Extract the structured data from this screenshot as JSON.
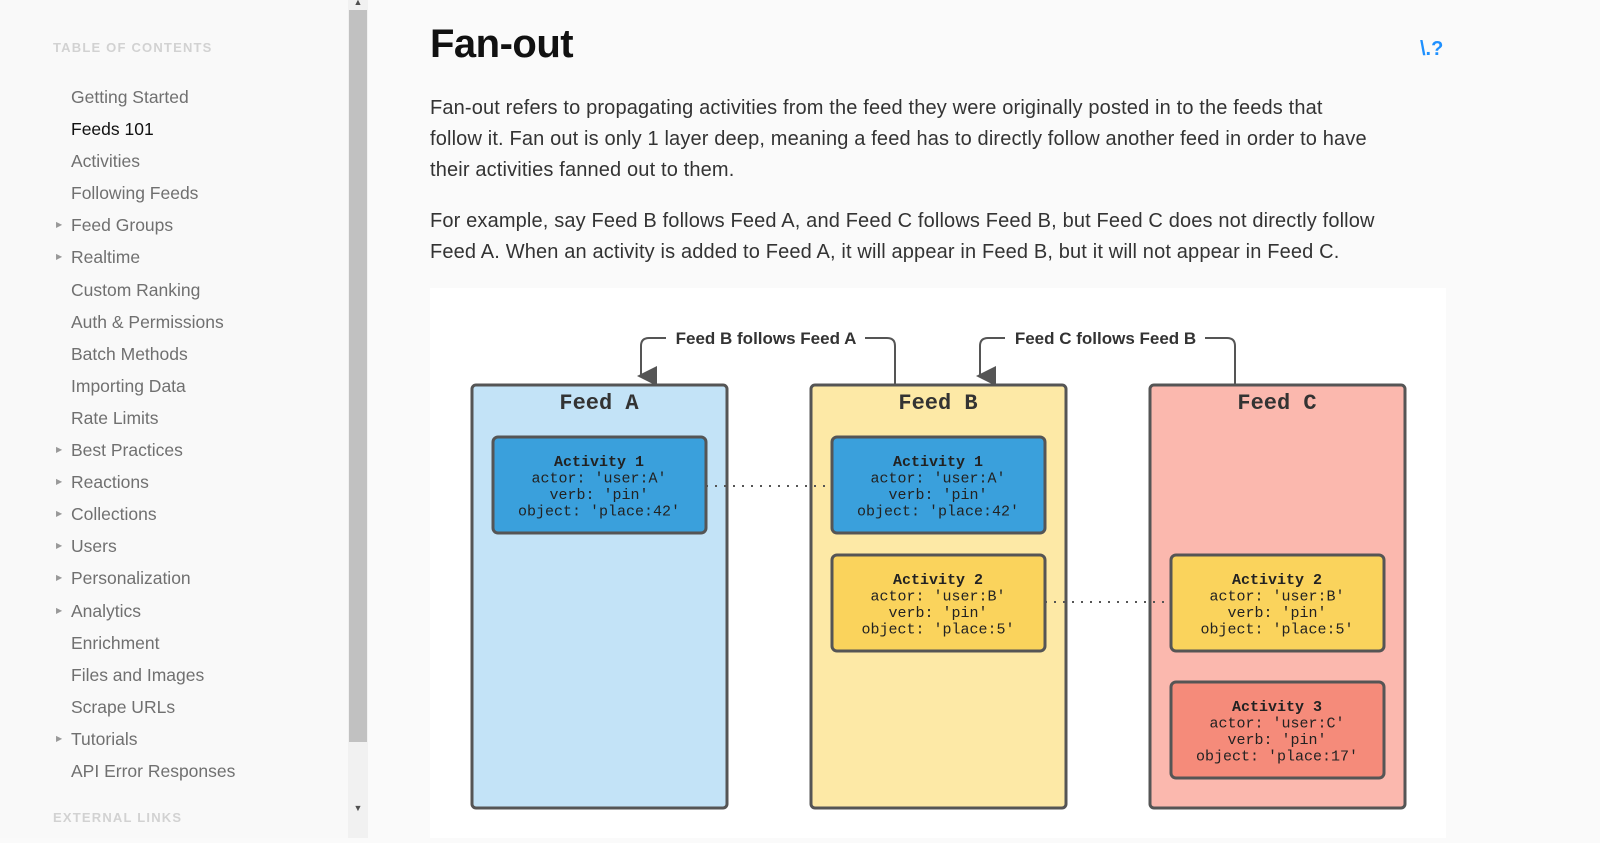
{
  "sidebar": {
    "heading": "TABLE OF CONTENTS",
    "heading2": "EXTERNAL LINKS",
    "items": [
      {
        "label": "Getting Started",
        "expandable": false,
        "active": false
      },
      {
        "label": "Feeds 101",
        "expandable": false,
        "active": true
      },
      {
        "label": "Activities",
        "expandable": false,
        "active": false
      },
      {
        "label": "Following Feeds",
        "expandable": false,
        "active": false
      },
      {
        "label": "Feed Groups",
        "expandable": true,
        "active": false
      },
      {
        "label": "Realtime",
        "expandable": true,
        "active": false
      },
      {
        "label": "Custom Ranking",
        "expandable": false,
        "active": false
      },
      {
        "label": "Auth & Permissions",
        "expandable": false,
        "active": false
      },
      {
        "label": "Batch Methods",
        "expandable": false,
        "active": false
      },
      {
        "label": "Importing Data",
        "expandable": false,
        "active": false
      },
      {
        "label": "Rate Limits",
        "expandable": false,
        "active": false
      },
      {
        "label": "Best Practices",
        "expandable": true,
        "active": false
      },
      {
        "label": "Reactions",
        "expandable": true,
        "active": false
      },
      {
        "label": "Collections",
        "expandable": true,
        "active": false
      },
      {
        "label": "Users",
        "expandable": true,
        "active": false
      },
      {
        "label": "Personalization",
        "expandable": true,
        "active": false
      },
      {
        "label": "Analytics",
        "expandable": true,
        "active": false
      },
      {
        "label": "Enrichment",
        "expandable": false,
        "active": false
      },
      {
        "label": "Files and Images",
        "expandable": false,
        "active": false
      },
      {
        "label": "Scrape URLs",
        "expandable": false,
        "active": false
      },
      {
        "label": "Tutorials",
        "expandable": true,
        "active": false
      },
      {
        "label": "API Error Responses",
        "expandable": false,
        "active": false
      }
    ]
  },
  "main": {
    "title": "Fan-out",
    "help_icon": "help-question-icon",
    "paragraphs": [
      [
        "Fan-out refers to propagating activities from the feed they were originally posted in to the feeds that",
        "follow it. Fan out is only 1 layer deep, meaning a feed has to directly follow another feed in order to have",
        "their activities fanned out to them."
      ],
      [
        "For example, say Feed B follows Feed A, and Feed C follows Feed B, but Feed C does not directly follow",
        "Feed A. When an activity is added to Feed A, it will appear in Feed B, but it will not appear in Feed C."
      ]
    ]
  },
  "diagram": {
    "follow_labels": [
      "Feed B follows Feed A",
      "Feed C follows Feed B"
    ],
    "feeds": [
      {
        "title": "Feed  A",
        "color": "#c3e3f7",
        "activities": [
          {
            "title": "Activity 1",
            "actor": "actor: 'user:A'",
            "verb": "verb: 'pin'",
            "object": "object: 'place:42'",
            "color": "#3aa0dc"
          }
        ]
      },
      {
        "title": "Feed  B",
        "color": "#fde9a6",
        "activities": [
          {
            "title": "Activity 1",
            "actor": "actor: 'user:A'",
            "verb": "verb: 'pin'",
            "object": "object: 'place:42'",
            "color": "#3aa0dc"
          },
          {
            "title": "Activity 2",
            "actor": "actor: 'user:B'",
            "verb": "verb: 'pin'",
            "object": "object: 'place:5'",
            "color": "#fad35c"
          }
        ]
      },
      {
        "title": "Feed  C",
        "color": "#fbb8ae",
        "activities": [
          {
            "title": "Activity 2",
            "actor": "actor: 'user:B'",
            "verb": "verb: 'pin'",
            "object": "object: 'place:5'",
            "color": "#fad35c"
          },
          {
            "title": "Activity 3",
            "actor": "actor: 'user:C'",
            "verb": "verb: 'pin'",
            "object": "object: 'place:17'",
            "color": "#f58b7a"
          }
        ]
      }
    ]
  }
}
